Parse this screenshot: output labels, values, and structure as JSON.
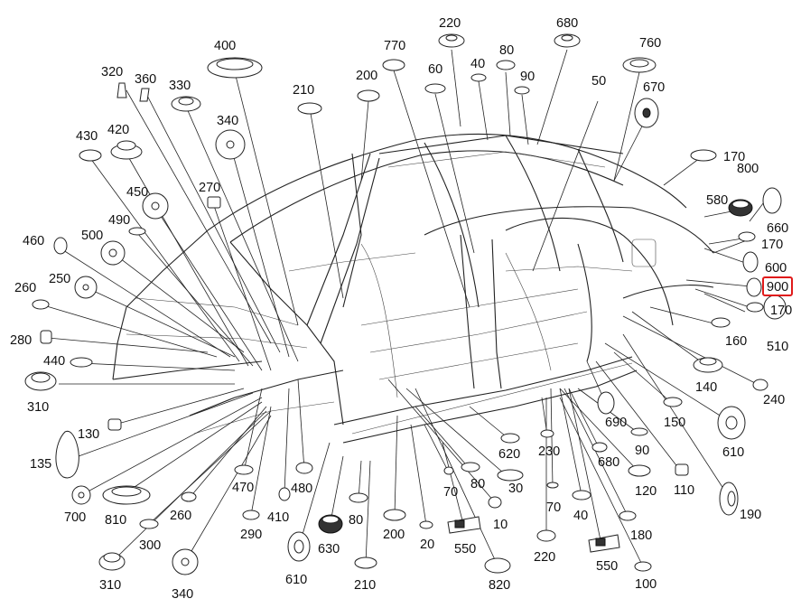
{
  "highlight_color": "#e01a1a",
  "callouts": [
    {
      "id": "c220a",
      "text": "220"
    },
    {
      "id": "c680a",
      "text": "680"
    },
    {
      "id": "c400a",
      "text": "400"
    },
    {
      "id": "c770",
      "text": "770"
    },
    {
      "id": "c80a",
      "text": "80"
    },
    {
      "id": "c760",
      "text": "760"
    },
    {
      "id": "c320",
      "text": "320"
    },
    {
      "id": "c360",
      "text": "360"
    },
    {
      "id": "c330",
      "text": "330"
    },
    {
      "id": "c200a",
      "text": "200"
    },
    {
      "id": "c60",
      "text": "60"
    },
    {
      "id": "c40a",
      "text": "40"
    },
    {
      "id": "c90a",
      "text": "90"
    },
    {
      "id": "c50",
      "text": "50"
    },
    {
      "id": "c670",
      "text": "670"
    },
    {
      "id": "c210a",
      "text": "210"
    },
    {
      "id": "c340a",
      "text": "340"
    },
    {
      "id": "c430",
      "text": "430"
    },
    {
      "id": "c420",
      "text": "420"
    },
    {
      "id": "c170a",
      "text": "170"
    },
    {
      "id": "c800",
      "text": "800"
    },
    {
      "id": "c450",
      "text": "450"
    },
    {
      "id": "c270",
      "text": "270"
    },
    {
      "id": "c580",
      "text": "580"
    },
    {
      "id": "c490",
      "text": "490"
    },
    {
      "id": "c660",
      "text": "660"
    },
    {
      "id": "c460",
      "text": "460"
    },
    {
      "id": "c500",
      "text": "500"
    },
    {
      "id": "c170b",
      "text": "170"
    },
    {
      "id": "c600",
      "text": "600"
    },
    {
      "id": "c260a",
      "text": "260"
    },
    {
      "id": "c250",
      "text": "250"
    },
    {
      "id": "c900",
      "text": "900"
    },
    {
      "id": "c170c",
      "text": "170"
    },
    {
      "id": "c280",
      "text": "280"
    },
    {
      "id": "c160",
      "text": "160"
    },
    {
      "id": "c510",
      "text": "510"
    },
    {
      "id": "c440",
      "text": "440"
    },
    {
      "id": "c140",
      "text": "140"
    },
    {
      "id": "c240",
      "text": "240"
    },
    {
      "id": "c310a",
      "text": "310"
    },
    {
      "id": "c690",
      "text": "690"
    },
    {
      "id": "c150",
      "text": "150"
    },
    {
      "id": "c130",
      "text": "130"
    },
    {
      "id": "c620",
      "text": "620"
    },
    {
      "id": "c230",
      "text": "230"
    },
    {
      "id": "c90b",
      "text": "90"
    },
    {
      "id": "c610a",
      "text": "610"
    },
    {
      "id": "c135",
      "text": "135"
    },
    {
      "id": "c680b",
      "text": "680"
    },
    {
      "id": "c80b",
      "text": "80"
    },
    {
      "id": "c470",
      "text": "470"
    },
    {
      "id": "c480",
      "text": "480"
    },
    {
      "id": "c70a",
      "text": "70"
    },
    {
      "id": "c30",
      "text": "30"
    },
    {
      "id": "c120",
      "text": "120"
    },
    {
      "id": "c110",
      "text": "110"
    },
    {
      "id": "c700",
      "text": "700"
    },
    {
      "id": "c810",
      "text": "810"
    },
    {
      "id": "c190",
      "text": "190"
    },
    {
      "id": "c260b",
      "text": "260"
    },
    {
      "id": "c410",
      "text": "410"
    },
    {
      "id": "c80c",
      "text": "80"
    },
    {
      "id": "c70b",
      "text": "70"
    },
    {
      "id": "c290",
      "text": "290"
    },
    {
      "id": "c10",
      "text": "10"
    },
    {
      "id": "c40b",
      "text": "40"
    },
    {
      "id": "c300",
      "text": "300"
    },
    {
      "id": "c630",
      "text": "630"
    },
    {
      "id": "c200b",
      "text": "200"
    },
    {
      "id": "c20",
      "text": "20"
    },
    {
      "id": "c550a",
      "text": "550"
    },
    {
      "id": "c180",
      "text": "180"
    },
    {
      "id": "c610b",
      "text": "610"
    },
    {
      "id": "c220b",
      "text": "220"
    },
    {
      "id": "c550b",
      "text": "550"
    },
    {
      "id": "c310b",
      "text": "310"
    },
    {
      "id": "c340b",
      "text": "340"
    },
    {
      "id": "c210b",
      "text": "210"
    },
    {
      "id": "c820",
      "text": "820"
    },
    {
      "id": "c100",
      "text": "100"
    }
  ],
  "highlighted_callout": "c900"
}
